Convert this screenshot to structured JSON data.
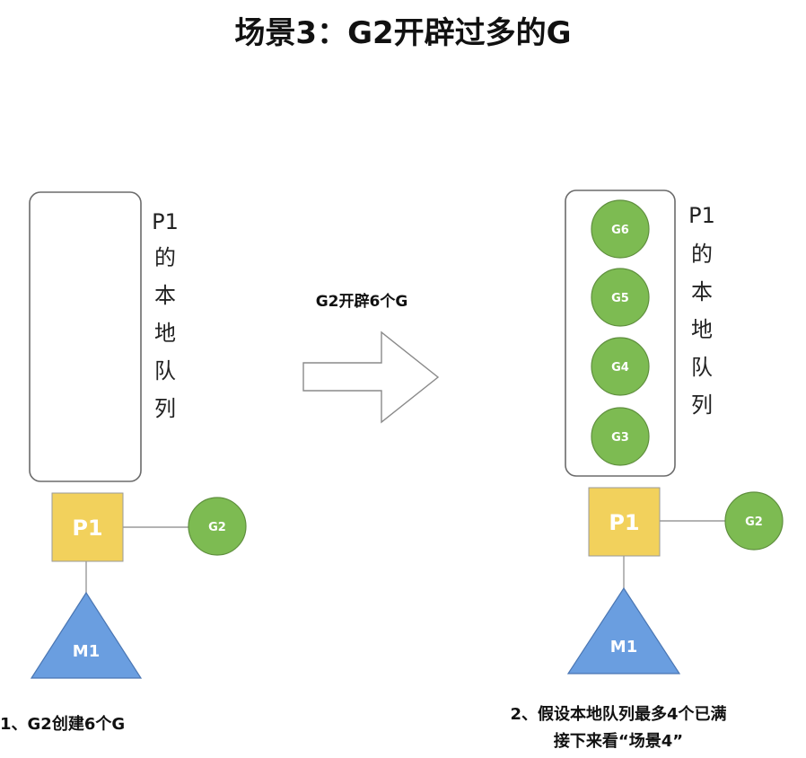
{
  "title": "场景3：G2开辟过多的G",
  "arrow_label": "G2开辟6个G",
  "left": {
    "queue_label_chars": [
      "P1",
      "的",
      "本",
      "地",
      "队",
      "列"
    ],
    "processor": "P1",
    "goroutine": "G2",
    "machine": "M1",
    "caption": "1、G2创建6个G"
  },
  "right": {
    "queue_items": [
      "G6",
      "G5",
      "G4",
      "G3"
    ],
    "queue_label_chars": [
      "P1",
      "的",
      "本",
      "地",
      "队",
      "列"
    ],
    "processor": "P1",
    "goroutine": "G2",
    "machine": "M1",
    "caption_line1": "2、假设本地队列最多4个已满",
    "caption_line2": "接下来看“场景4”"
  },
  "colors": {
    "processor": "#f2d15c",
    "goroutine": "#7dbb52",
    "machine": "#6a9ee0"
  }
}
